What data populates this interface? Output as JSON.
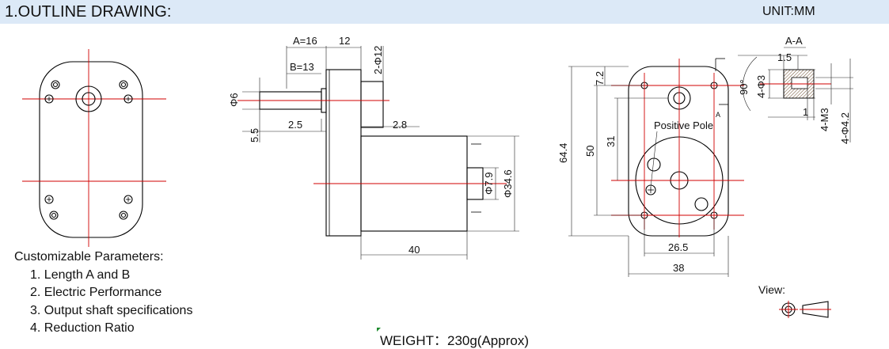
{
  "header": {
    "title": "1.OUTLINE DRAWING:",
    "unit": "UNIT:MM"
  },
  "side_view": {
    "dim_a": "A=16",
    "dim_b": "B=13",
    "dim_12": "12",
    "dim_phi12": "2-Φ12",
    "dim_phi6": "Φ6",
    "dim_5_5": "5.5",
    "dim_2_5": "2.5",
    "dim_2_8": "2.8",
    "dim_phi7_9": "Φ7.9",
    "dim_phi34_6": "Φ34.6",
    "dim_40": "40"
  },
  "front_view": {
    "dim_7_2": "7.2",
    "dim_64_4": "64.4",
    "dim_50": "50",
    "dim_31": "31",
    "positive_pole": "Positive Pole",
    "dim_26_5": "26.5",
    "dim_38": "38",
    "angle_90": "90°",
    "section_mark": "A"
  },
  "section_view": {
    "title": "A-A",
    "dim_1_5": "1.5",
    "dim_4_phi3": "4-Φ3",
    "dim_1": "1",
    "dim_4_m3": "4-M3",
    "dim_4_phi4_2": "4-Φ4.2"
  },
  "view_legend": {
    "label": "View:"
  },
  "parameters": {
    "heading": "Customizable Parameters:",
    "items": [
      "1. Length   A and B",
      "2. Electric Performance",
      "3. Output shaft specifications",
      "4. Reduction Ratio"
    ]
  },
  "weight": "WEIGHT：230g(Approx)",
  "colors": {
    "header_bg": "#dce9f7",
    "centerline": "#d00000",
    "outline": "#000000",
    "marker": "#1e8b2e"
  }
}
